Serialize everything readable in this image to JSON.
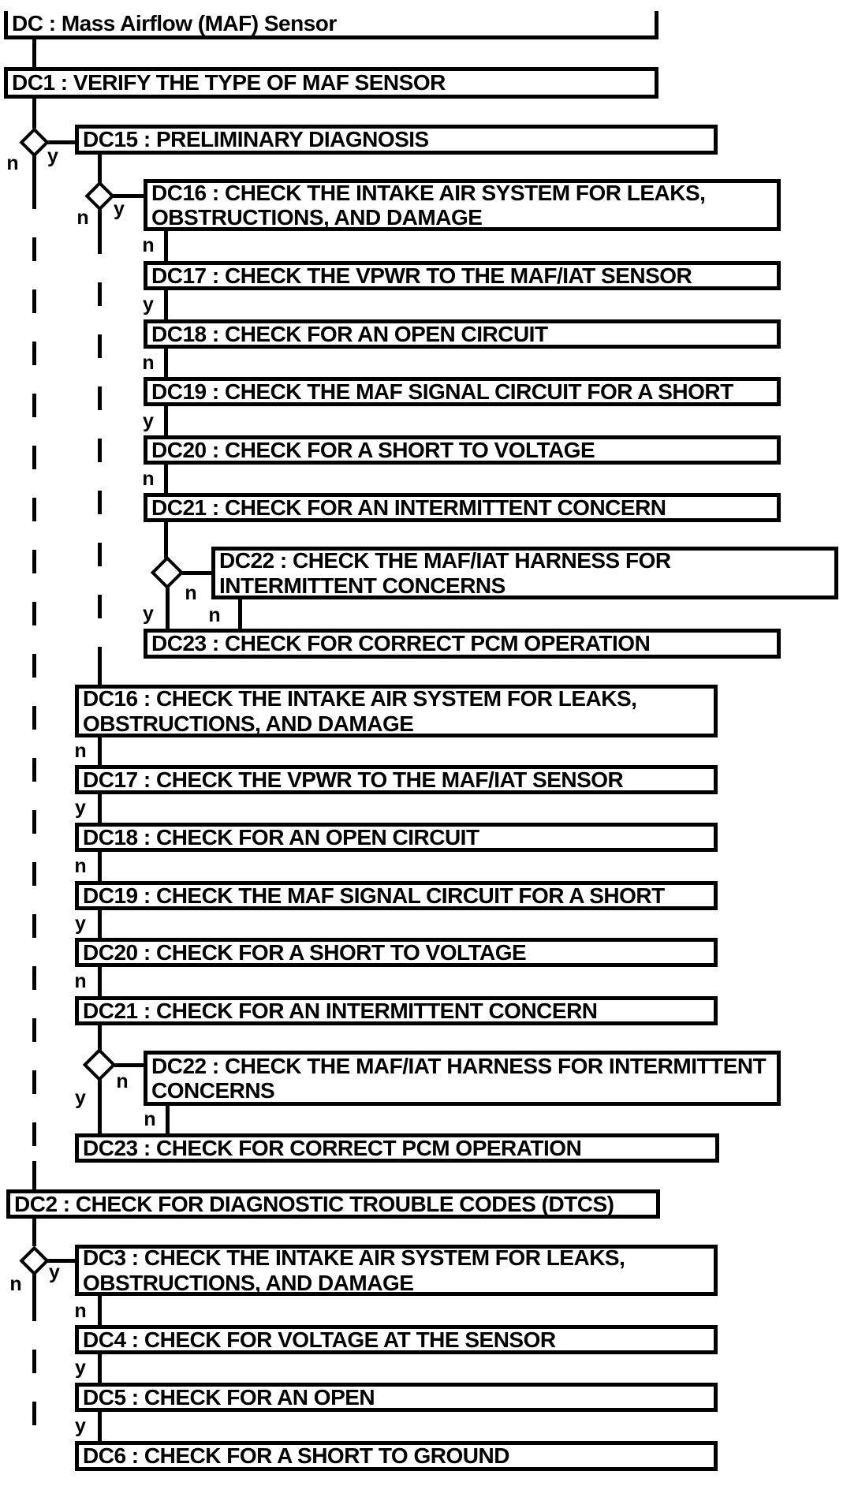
{
  "flow": {
    "yes": "y",
    "no": "n",
    "nodes": {
      "dc": "DC : Mass Airflow (MAF) Sensor",
      "dc1": "DC1 : VERIFY THE TYPE OF MAF SENSOR",
      "dc15": "DC15 : PRELIMINARY DIAGNOSIS",
      "dc16": [
        "DC16 : CHECK THE INTAKE AIR SYSTEM FOR LEAKS,",
        "OBSTRUCTIONS, AND DAMAGE"
      ],
      "dc17": "DC17 : CHECK THE VPWR TO THE MAF/IAT SENSOR",
      "dc18": "DC18 : CHECK FOR AN OPEN CIRCUIT",
      "dc19": "DC19 : CHECK THE MAF SIGNAL CIRCUIT FOR A SHORT",
      "dc20": "DC20 : CHECK FOR A SHORT TO VOLTAGE",
      "dc21": "DC21 : CHECK FOR AN INTERMITTENT CONCERN",
      "dc22_first": [
        "DC22 : CHECK THE MAF/IAT HARNESS FOR",
        "INTERMITTENT CONCERNS"
      ],
      "dc22_second": [
        "DC22 : CHECK THE MAF/IAT HARNESS FOR INTERMITTENT",
        "CONCERNS"
      ],
      "dc23": "DC23 : CHECK FOR CORRECT PCM OPERATION",
      "dc2": "DC2 : CHECK FOR DIAGNOSTIC TROUBLE CODES (DTCS)",
      "dc3": [
        "DC3 : CHECK THE INTAKE AIR SYSTEM FOR LEAKS,",
        "OBSTRUCTIONS, AND DAMAGE"
      ],
      "dc4": "DC4 : CHECK FOR VOLTAGE AT THE SENSOR",
      "dc5": "DC5 : CHECK FOR AN OPEN",
      "dc6": "DC6 : CHECK FOR A SHORT TO GROUND"
    },
    "colors": {
      "line": "#000000",
      "background": "#ffffff"
    }
  }
}
